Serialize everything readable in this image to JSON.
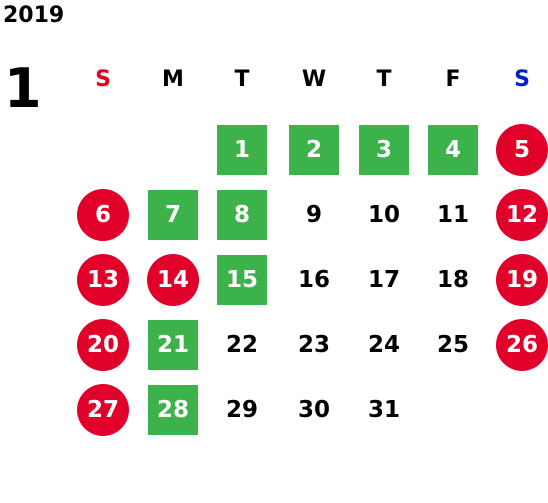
{
  "year": "2019",
  "month": "1",
  "colors": {
    "holiday": "#e0002a",
    "work": "#3cb24a",
    "sunday": "#e8001c",
    "saturday": "#0022cc",
    "text": "#000000"
  },
  "weekdays": [
    "S",
    "M",
    "T",
    "W",
    "T",
    "F",
    "S"
  ],
  "days": [
    {
      "day": "1",
      "col": 2,
      "row": 0,
      "kind": "work"
    },
    {
      "day": "2",
      "col": 3,
      "row": 0,
      "kind": "work"
    },
    {
      "day": "3",
      "col": 4,
      "row": 0,
      "kind": "work"
    },
    {
      "day": "4",
      "col": 5,
      "row": 0,
      "kind": "work"
    },
    {
      "day": "5",
      "col": 6,
      "row": 0,
      "kind": "holiday"
    },
    {
      "day": "6",
      "col": 0,
      "row": 1,
      "kind": "holiday"
    },
    {
      "day": "7",
      "col": 1,
      "row": 1,
      "kind": "work"
    },
    {
      "day": "8",
      "col": 2,
      "row": 1,
      "kind": "work"
    },
    {
      "day": "9",
      "col": 3,
      "row": 1,
      "kind": "plain"
    },
    {
      "day": "10",
      "col": 4,
      "row": 1,
      "kind": "plain"
    },
    {
      "day": "11",
      "col": 5,
      "row": 1,
      "kind": "plain"
    },
    {
      "day": "12",
      "col": 6,
      "row": 1,
      "kind": "holiday"
    },
    {
      "day": "13",
      "col": 0,
      "row": 2,
      "kind": "holiday"
    },
    {
      "day": "14",
      "col": 1,
      "row": 2,
      "kind": "holiday"
    },
    {
      "day": "15",
      "col": 2,
      "row": 2,
      "kind": "work"
    },
    {
      "day": "16",
      "col": 3,
      "row": 2,
      "kind": "plain"
    },
    {
      "day": "17",
      "col": 4,
      "row": 2,
      "kind": "plain"
    },
    {
      "day": "18",
      "col": 5,
      "row": 2,
      "kind": "plain"
    },
    {
      "day": "19",
      "col": 6,
      "row": 2,
      "kind": "holiday"
    },
    {
      "day": "20",
      "col": 0,
      "row": 3,
      "kind": "holiday"
    },
    {
      "day": "21",
      "col": 1,
      "row": 3,
      "kind": "work"
    },
    {
      "day": "22",
      "col": 2,
      "row": 3,
      "kind": "plain"
    },
    {
      "day": "23",
      "col": 3,
      "row": 3,
      "kind": "plain"
    },
    {
      "day": "24",
      "col": 4,
      "row": 3,
      "kind": "plain"
    },
    {
      "day": "25",
      "col": 5,
      "row": 3,
      "kind": "plain"
    },
    {
      "day": "26",
      "col": 6,
      "row": 3,
      "kind": "holiday"
    },
    {
      "day": "27",
      "col": 0,
      "row": 4,
      "kind": "holiday"
    },
    {
      "day": "28",
      "col": 1,
      "row": 4,
      "kind": "work"
    },
    {
      "day": "29",
      "col": 2,
      "row": 4,
      "kind": "plain"
    },
    {
      "day": "30",
      "col": 3,
      "row": 4,
      "kind": "plain"
    },
    {
      "day": "31",
      "col": 4,
      "row": 4,
      "kind": "plain"
    }
  ]
}
